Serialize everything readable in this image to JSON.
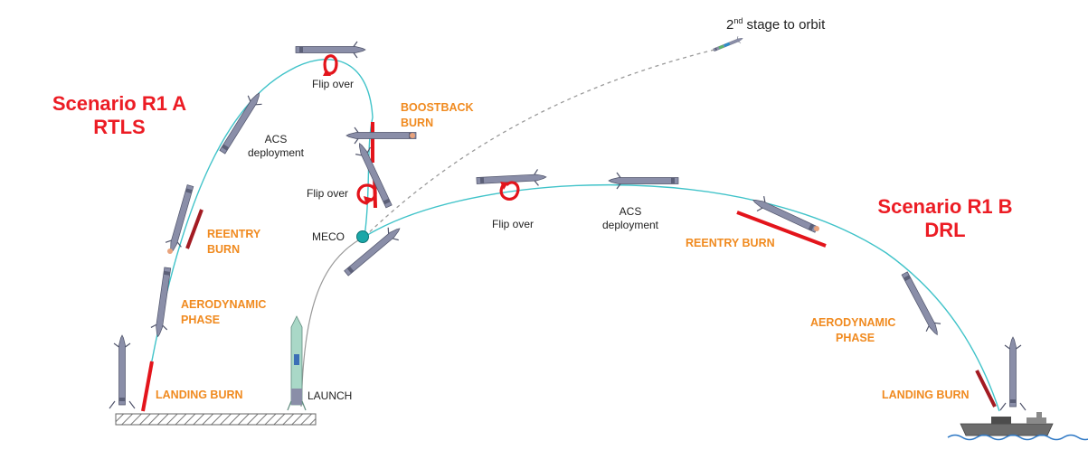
{
  "colors": {
    "trajectory": "#40c3c9",
    "burn": "#e3141b",
    "flip_arrow": "#e3141b",
    "scenario_title": "#ec1c24",
    "phase_label": "#f08a1f",
    "meco_marker": "#1aa7a8",
    "rocket_body": "#8a8ea8",
    "orbit_path": "#9a9a9a"
  },
  "scenario_a": {
    "title": "Scenario R1 A",
    "subtitle": "RTLS"
  },
  "scenario_b": {
    "title": "Scenario R1 B",
    "subtitle": "DRL"
  },
  "labels": {
    "orbit_number": "2",
    "orbit_sup": "nd",
    "orbit_rest": " stage to orbit",
    "flip_over_top": "Flip over",
    "boostback": [
      "BOOSTBACK",
      "BURN"
    ],
    "acs_a": [
      "ACS",
      "deployment"
    ],
    "flip_over_mid": "Flip over",
    "meco": "MECO",
    "reentry_a": [
      "REENTRY",
      "BURN"
    ],
    "aero_a": [
      "AERODYNAMIC",
      "PHASE"
    ],
    "landing_a": "LANDING BURN",
    "launch": "LAUNCH",
    "flip_over_b": "Flip over",
    "acs_b": [
      "ACS",
      "deployment"
    ],
    "reentry_b": "REENTRY BURN",
    "aero_b": [
      "AERODYNAMIC",
      "PHASE"
    ],
    "landing_b": "LANDING BURN"
  },
  "icons": [
    "rocket-icon",
    "flip-arrow-icon",
    "landing-pad",
    "ship-icon",
    "waves-icon",
    "meco-marker"
  ]
}
